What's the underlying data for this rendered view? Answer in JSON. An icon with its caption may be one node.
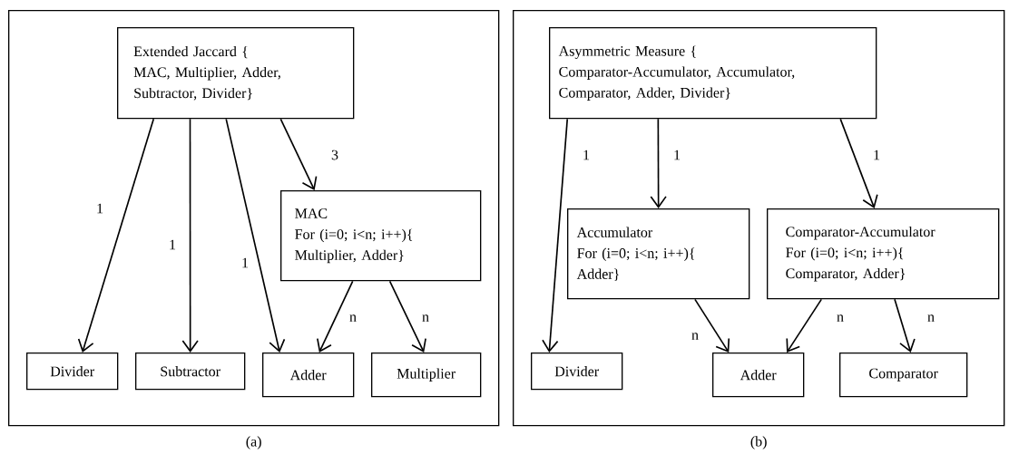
{
  "diagram": {
    "nodes": [
      {
        "text": [
          "(a)"
        ]
      },
      {
        "text": [
          "Extended Jaccard {",
          "MAC, Multiplier, Adder, Subtractor, Divider}"
        ],
        "in": 0
      },
      {
        "text": [
          "MAC",
          "For (i=0; i<n; i++){ Multiplier, Adder}"
        ],
        "in": 0
      },
      {
        "text": [
          "Divider"
        ],
        "in": 0
      },
      {
        "text": [
          "Subtractor"
        ],
        "in": 0
      },
      {
        "text": [
          "Adder"
        ],
        "in": 0
      },
      {
        "text": [
          "Multiplier"
        ],
        "in": 0
      },
      {
        "text": [
          "(b)"
        ]
      },
      {
        "text": [
          "Asymmetric Measure {",
          "Comparator-Accumulator, Accumulator, Comparator, Adder, Divider}"
        ],
        "in": 7
      },
      {
        "text": [
          "Accumulator",
          "For (i=0; i<n; i++){ Adder}"
        ],
        "in": 7
      },
      {
        "text": [
          "Comparator-Accumulator",
          "For (i=0; i<n; i++){ Comparator, Adder}"
        ],
        "in": 7
      },
      {
        "text": [
          "Divider"
        ],
        "in": 7
      },
      {
        "text": [
          "Adder"
        ],
        "in": 7
      },
      {
        "text": [
          "Comparator"
        ],
        "in": 7
      }
    ],
    "edges": [
      {
        "from": 1,
        "to": 3,
        "arrow": "to",
        "label": "1"
      },
      {
        "from": 1,
        "to": 4,
        "arrow": "to",
        "label": "1"
      },
      {
        "from": 1,
        "to": 5,
        "arrow": "to",
        "label": "1"
      },
      {
        "from": 1,
        "to": 2,
        "arrow": "to",
        "label": "3"
      },
      {
        "from": 2,
        "to": 5,
        "arrow": "to",
        "label": "n"
      },
      {
        "from": 2,
        "to": 6,
        "arrow": "to",
        "label": "n"
      },
      {
        "from": 8,
        "to": 11,
        "arrow": "to",
        "label": "1"
      },
      {
        "from": 8,
        "to": 9,
        "arrow": "to",
        "label": "1"
      },
      {
        "from": 8,
        "to": 10,
        "arrow": "to",
        "label": "1"
      },
      {
        "from": 9,
        "to": 12,
        "arrow": "to",
        "label": "n"
      },
      {
        "from": 10,
        "to": 12,
        "arrow": "to",
        "label": "n"
      },
      {
        "from": 10,
        "to": 13,
        "arrow": "to",
        "label": "n"
      }
    ]
  }
}
